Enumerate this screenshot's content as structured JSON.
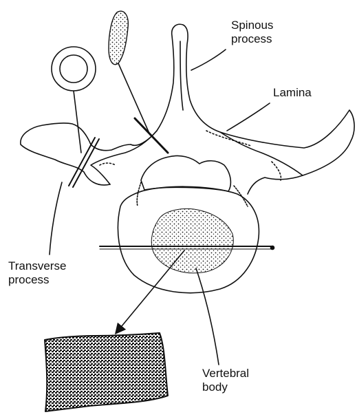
{
  "labels": {
    "spinous": [
      "Spinous",
      "process"
    ],
    "lamina": [
      "Lamina"
    ],
    "transverse": [
      "Transverse",
      "process"
    ],
    "vertebral": [
      "Vertebral",
      "body"
    ]
  },
  "colors": {
    "ink": "#111111",
    "background": "#ffffff"
  }
}
